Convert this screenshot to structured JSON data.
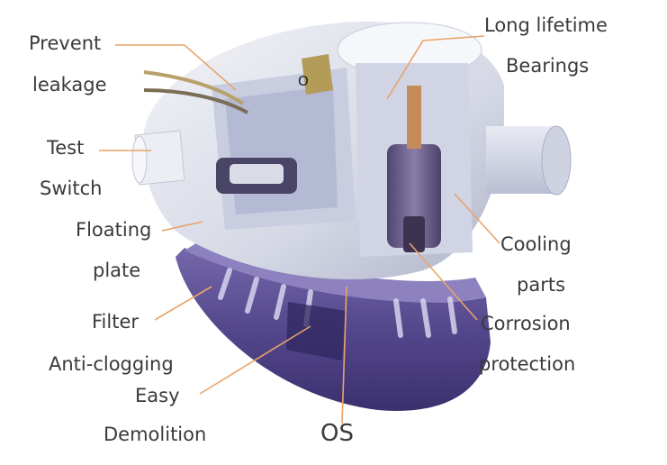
{
  "labels": {
    "prevent_1": "Prevent",
    "prevent_2": "leakage",
    "test_1": "Test",
    "test_2": "Switch",
    "floating_1": "Floating",
    "floating_2": "plate",
    "filter": "Filter",
    "anticlog": "Anti-clogging",
    "easy": "Easy",
    "demolition": "Demolition",
    "os": "OS",
    "longlife": "Long lifetime",
    "bearings": "Bearings",
    "cooling_1": "Cooling",
    "cooling_2": "parts",
    "corrosion_1": "Corrosion",
    "corrosion_2": "protection",
    "cap_mark": "O"
  },
  "colors": {
    "leader": "#e8a46a",
    "text": "#3a3a3a",
    "body_light": "#e4e6ee",
    "body_shade": "#b7bdd3",
    "base_purple": "#5d4f94",
    "base_dark": "#3e3374",
    "motor": "#6a5c86"
  }
}
